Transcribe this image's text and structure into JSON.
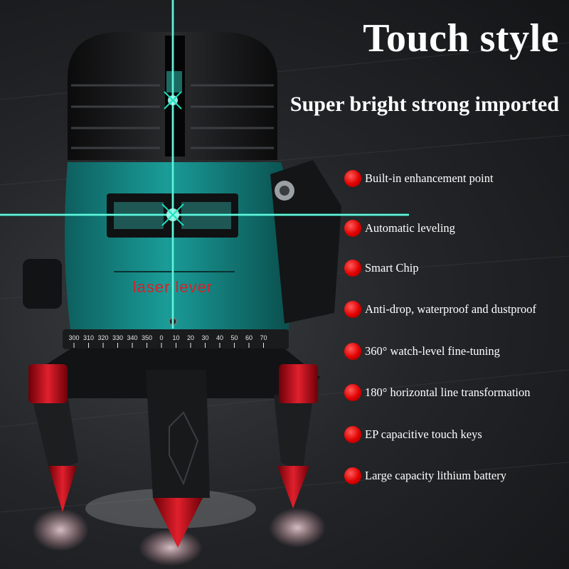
{
  "heading": {
    "title": "Touch style",
    "subtitle": "Super bright strong imported"
  },
  "device": {
    "label": "laser lever",
    "dial_ticks": [
      "300",
      "310",
      "320",
      "330",
      "340",
      "350",
      "0",
      "10",
      "20",
      "30",
      "40",
      "50",
      "60",
      "70"
    ]
  },
  "features": [
    "Built-in enhancement point",
    "Automatic leveling",
    "Smart Chip",
    "Anti-drop, waterproof and dustproof",
    "360° watch-level fine-tuning",
    "180° horizontal line transformation",
    "EP capacitive touch keys",
    "Large capacity lithium battery"
  ],
  "colors": {
    "laser_line": "#19e3c0",
    "body_teal": "#148c8a",
    "bullet_red": "#e00000",
    "text": "#ffffff"
  }
}
